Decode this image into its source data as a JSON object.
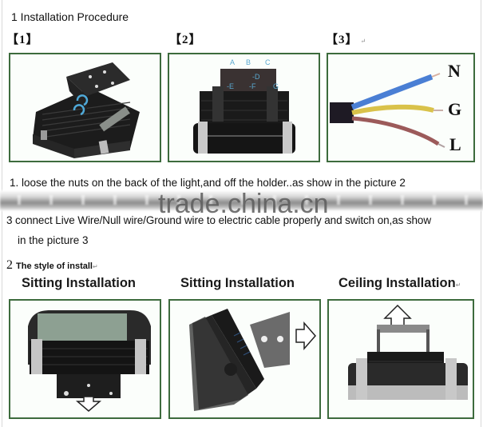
{
  "section1": {
    "heading": "1 Installation Procedure",
    "steps": [
      {
        "label": "【1】",
        "image": "light-with-holder-bracket-nuts-circled"
      },
      {
        "label": "【2】",
        "image": "light-back-with-plate-holes",
        "hole_labels": [
          "A",
          "B",
          "C",
          "D",
          "E",
          "F",
          "G"
        ]
      },
      {
        "label": "【3】",
        "image": "three-core-cable",
        "wire_labels": [
          "N",
          "G",
          "L"
        ]
      }
    ],
    "return_mark": "↵",
    "instructions": [
      "1. loose the nuts on the back of the light,and off  the holder..as show in the picture 2",
      "3 connect Live Wire/Null wire/Ground wire to electric cable properly and switch on,as show",
      "in the picture 3"
    ],
    "watermark": "trade.china.cn"
  },
  "section2": {
    "heading_num": "2",
    "heading_text": "The style of install",
    "styles": [
      {
        "caption": "Sitting Installation",
        "image": "light-bracket-down",
        "arrow": "down"
      },
      {
        "caption": "Sitting Installation",
        "image": "light-side-angled-bracket",
        "arrow": "right"
      },
      {
        "caption": "Ceiling Installation",
        "image": "light-bracket-up",
        "arrow": "up"
      }
    ]
  },
  "colors": {
    "box_border": "#3d6b3d",
    "wire_blue": "#4a7fd4",
    "wire_yellow": "#d9c24a",
    "wire_brown": "#9c5a5a",
    "hole_label": "#5aa8d0"
  }
}
